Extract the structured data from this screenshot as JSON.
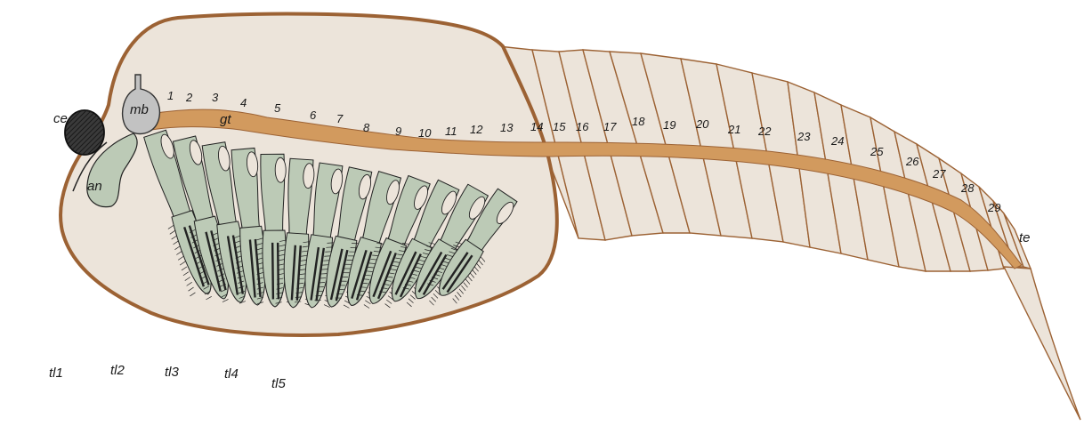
{
  "diagram": {
    "labels": {
      "ce": "ce",
      "mb": "mb",
      "an": "an",
      "gt": "gt",
      "te": "te"
    },
    "segment_numbers": [
      "1",
      "2",
      "3",
      "4",
      "5",
      "6",
      "7",
      "8",
      "9",
      "10",
      "11",
      "12",
      "13",
      "14",
      "15",
      "16",
      "17",
      "18",
      "19",
      "20",
      "21",
      "22",
      "23",
      "24",
      "25",
      "26",
      "27",
      "28",
      "29"
    ],
    "limb_labels": [
      "tl1",
      "tl2",
      "tl3",
      "tl4",
      "tl5"
    ],
    "colors": {
      "carapace_fill": "#ece4da",
      "carapace_stroke": "#9c6234",
      "gut": "#d29a5e",
      "limb_fill": "#bccab6",
      "eye": "#3a3a3a",
      "organ": "#c2c2c2"
    }
  }
}
